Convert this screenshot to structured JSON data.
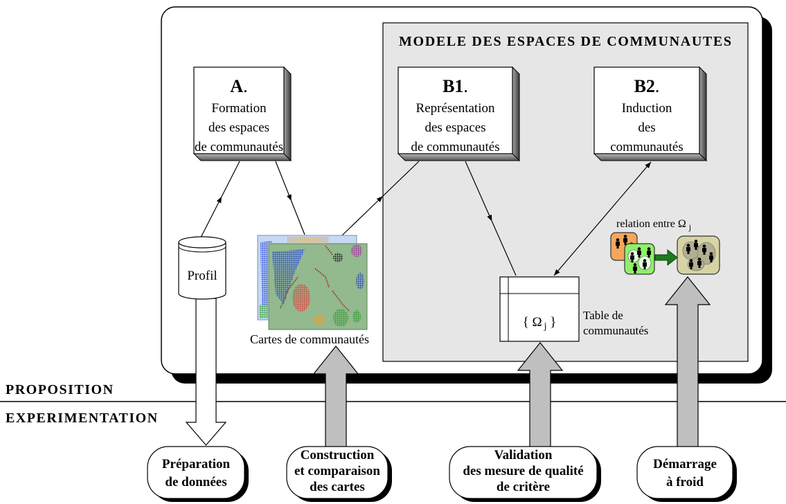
{
  "diagram": {
    "title": "MODELE DES ESPACES DE COMMUNAUTES",
    "boxes": {
      "a": {
        "letter": "A",
        "dot": ".",
        "lines": [
          "Formation",
          "des espaces",
          "de communautés"
        ]
      },
      "b1": {
        "letter": "B1",
        "dot": ".",
        "lines": [
          "Représentation",
          "des espaces",
          "de communautés"
        ]
      },
      "b2": {
        "letter": "B2",
        "dot": ".",
        "lines": [
          "Induction",
          "des",
          "communautés"
        ]
      }
    },
    "profil": "Profil",
    "maps_caption": "Cartes de communautés",
    "table": {
      "open": "{",
      "symbol": "Ω",
      "subscript": "j",
      "close": "}",
      "caption": [
        "Table de",
        "communautés"
      ]
    },
    "relation": {
      "text": "relation entre Ω",
      "subscript": "j"
    },
    "sections": {
      "proposition": "PROPOSITION",
      "experimentation": "EXPERIMENTATION"
    },
    "steps": [
      {
        "lines": [
          "Préparation",
          "de données"
        ]
      },
      {
        "lines": [
          "Construction",
          "et comparaison",
          "des cartes"
        ]
      },
      {
        "lines": [
          "Validation",
          "des mesure de qualité",
          "de critère"
        ]
      },
      {
        "lines": [
          "Démarrage",
          "à froid"
        ]
      }
    ]
  },
  "icons": {
    "profil": "database-icon",
    "table": "table-icon",
    "relation": "community-groups-icon",
    "maps": "map-icon"
  },
  "colors": {
    "model_panel": "#e6e6e6",
    "up_arrows": "#bfbfbf",
    "map_front": "#93b98e",
    "map_back": "#c5daf2",
    "relation_arrow": "#1f7a1f"
  }
}
